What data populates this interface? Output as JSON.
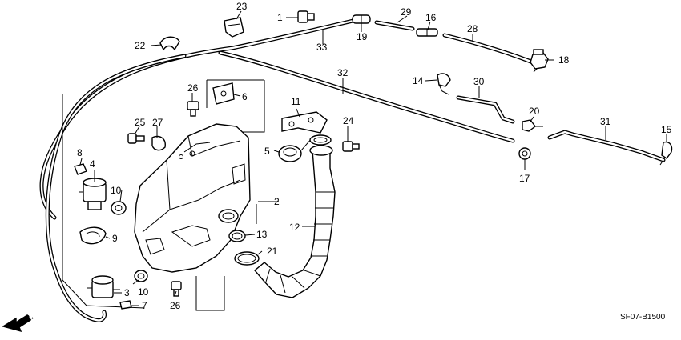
{
  "diagram": {
    "code": "SF07-B1500",
    "direction_label": "FR.",
    "callouts": {
      "p1": "1",
      "p2": "2",
      "p3": "3",
      "p4": "4",
      "p5": "5",
      "p6": "6",
      "p7": "7",
      "p8": "8",
      "p9": "9",
      "p10a": "10",
      "p10b": "10",
      "p11": "11",
      "p12": "12",
      "p13": "13",
      "p14": "14",
      "p15": "15",
      "p16": "16",
      "p17": "17",
      "p18": "18",
      "p19": "19",
      "p20": "20",
      "p21": "21",
      "p22": "22",
      "p23": "23",
      "p24": "24",
      "p25": "25",
      "p26a": "26",
      "p26b": "26",
      "p27": "27",
      "p28": "28",
      "p29": "29",
      "p30": "30",
      "p31": "31",
      "p32": "32",
      "p33": "33"
    }
  }
}
